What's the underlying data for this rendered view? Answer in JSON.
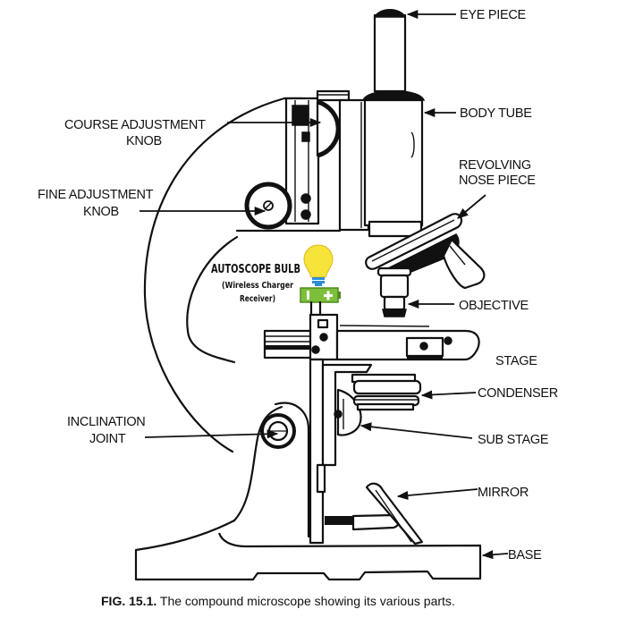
{
  "figure": {
    "caption_number": "FIG. 15.1.",
    "caption_text": " The compound microscope showing its various parts."
  },
  "labels": {
    "eye_piece": "EYE PIECE",
    "body_tube": "BODY TUBE",
    "revolving_nose_piece_line1": "REVOLVING",
    "revolving_nose_piece_line2": "NOSE PIECE",
    "objective": "OBJECTIVE",
    "stage": "STAGE",
    "condenser": "CONDENSER",
    "sub_stage": "SUB STAGE",
    "mirror": "MIRROR",
    "base": "BASE",
    "course_adjustment_line1": "COURSE ADJUSTMENT",
    "course_adjustment_line2": "KNOB",
    "fine_adjustment_line1": "FINE ADJUSTMENT",
    "fine_adjustment_line2": "KNOB",
    "inclination_joint_line1": "INCLINATION",
    "inclination_joint_line2": "JOINT"
  },
  "annotation": {
    "title": "AUTOSCOPE BULB",
    "subtitle_line1": "(Wireless Charger",
    "subtitle_line2": "Receiver)",
    "bulb_color": "#f7e43a",
    "battery_color": "#7cbf3a"
  }
}
